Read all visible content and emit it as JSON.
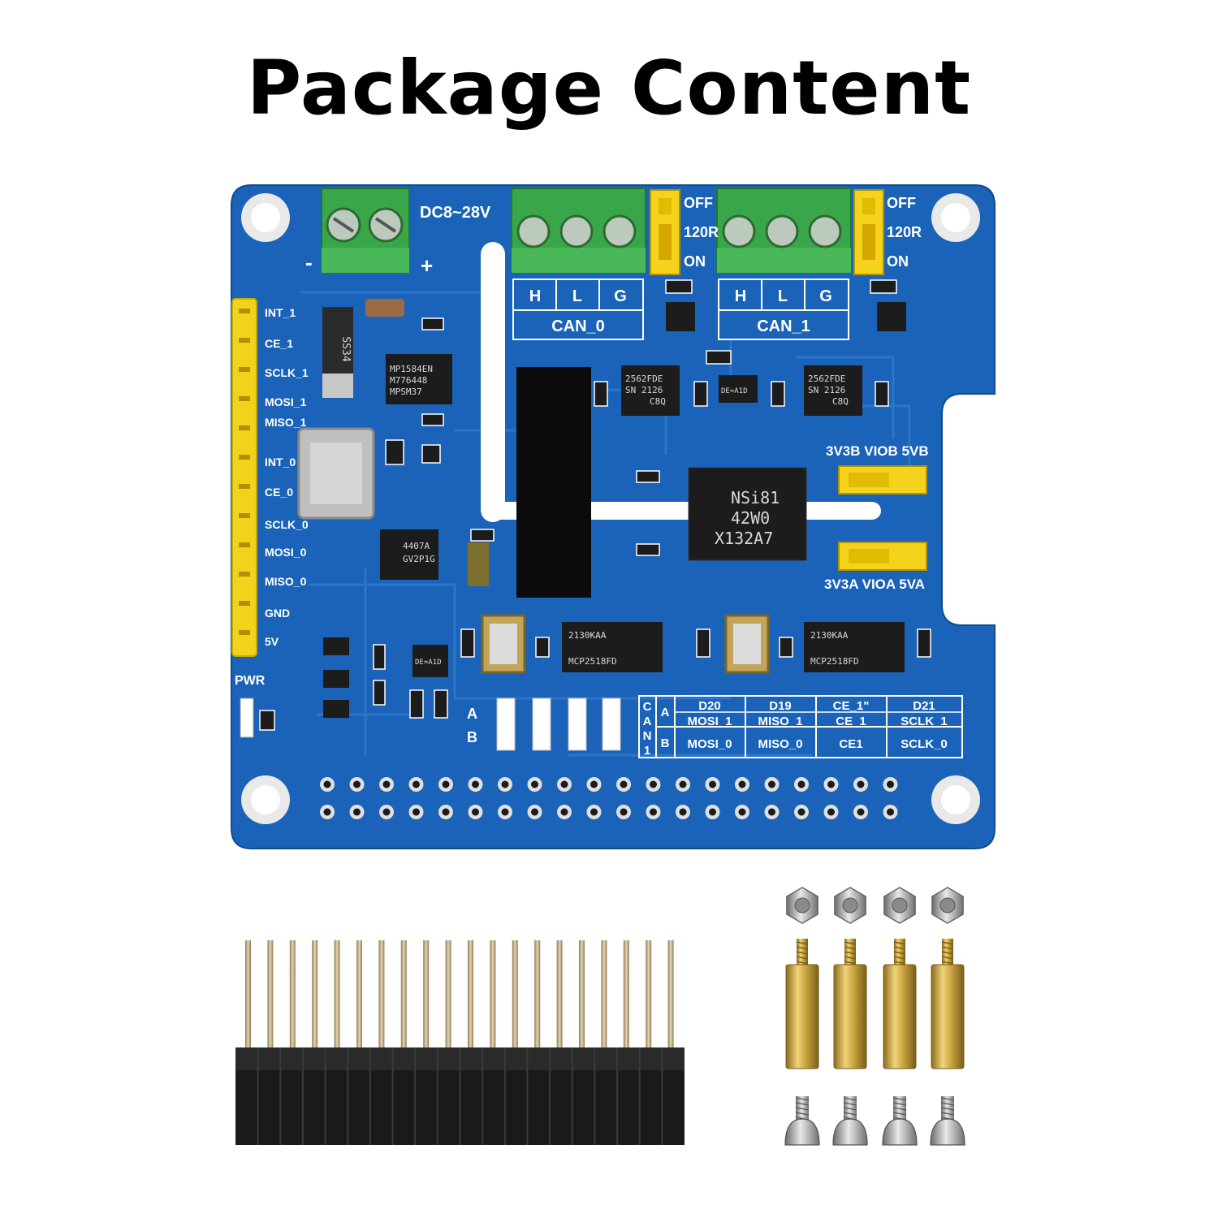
{
  "title": "Package Content",
  "board": {
    "power_label": "DC8~28V",
    "minus": "-",
    "plus": "+",
    "can0": {
      "label": "CAN_0",
      "pins": [
        "H",
        "L",
        "G"
      ]
    },
    "can1": {
      "label": "CAN_1",
      "pins": [
        "H",
        "L",
        "G"
      ]
    },
    "switch_labels": [
      "OFF",
      "120R",
      "ON"
    ],
    "left_pins": [
      "INT_1",
      "CE_1",
      "SCLK_1",
      "MOSI_1",
      "MISO_1",
      "INT_0",
      "CE_0",
      "SCLK_0",
      "MOSI_0",
      "MISO_0",
      "GND",
      "5V"
    ],
    "pwr": "PWR",
    "viob": "3V3B VIOB 5VB",
    "vioa": "3V3A VIOA 5VA",
    "ac": "A",
    "bc": "B",
    "isolator": [
      "NSi81",
      "42W0",
      "X132A7"
    ],
    "can_chip_top": [
      "2562FDE",
      "SN 2126",
      "C8Q"
    ],
    "mcp_chip": [
      "MCP2518FD",
      "2130KAA"
    ],
    "reg_chip": [
      "MP1584EN",
      "M776448",
      "MPSM37"
    ],
    "diode": "SS34",
    "mos_chip": [
      "4407A",
      "GV2P1G"
    ],
    "de_chip": "DE=A1D",
    "table": {
      "side": [
        "C",
        "A",
        "N",
        "1"
      ],
      "rows": [
        "A",
        "B"
      ],
      "header": [
        "D20",
        "D19",
        "CE_1\"",
        "D21"
      ],
      "row_a": [
        "MOSI_1",
        "MISO_1",
        "CE_1",
        "SCLK_1"
      ],
      "row_b": [
        "MOSI_0",
        "MISO_0",
        "CE1",
        "SCLK_0"
      ]
    }
  },
  "colors": {
    "pcb": "#1a63b8",
    "terminal": "#3aa64a",
    "header_pin": "#f2d21a",
    "brass": "#c9a640"
  }
}
